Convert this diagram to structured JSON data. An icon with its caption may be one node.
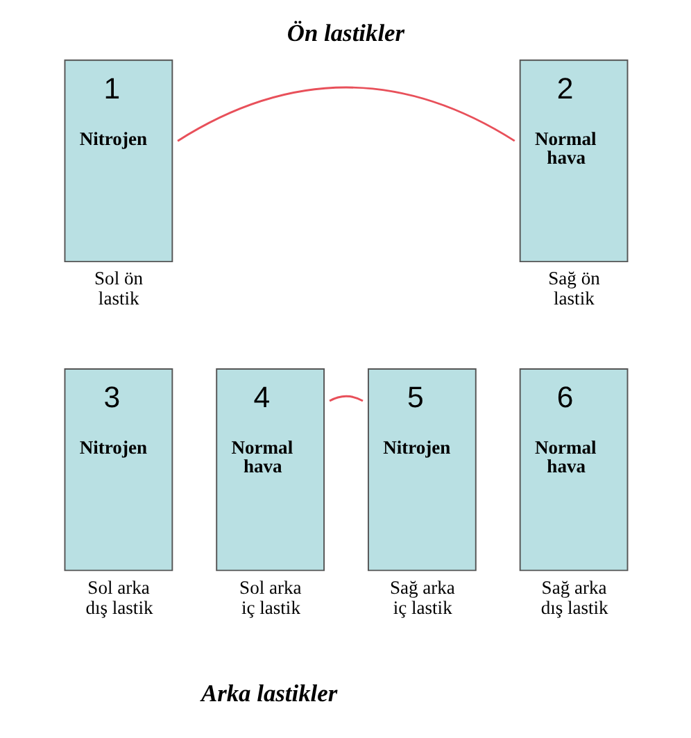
{
  "diagram": {
    "title": "Ön lastikler",
    "caption": "Arka lastikler",
    "nodes": [
      {
        "text": [
          "1",
          "Nitrojen"
        ],
        "beside": [
          "Sol ön lastik"
        ]
      },
      {
        "text": [
          "2",
          "Normal hava"
        ],
        "beside": [
          "Sağ ön lastik"
        ]
      },
      {
        "text": [
          "3",
          "Nitrojen"
        ],
        "beside": [
          "Sol arka dış lastik"
        ]
      },
      {
        "text": [
          "4",
          "Normal hava"
        ],
        "beside": [
          "Sol arka iç lastik"
        ]
      },
      {
        "text": [
          "5",
          "Nitrojen"
        ],
        "beside": [
          "Sağ arka iç lastik"
        ]
      },
      {
        "text": [
          "6",
          "Normal hava"
        ],
        "beside": [
          "Sağ arka dış lastik"
        ]
      }
    ],
    "edges": [
      {
        "from": 0,
        "to": 1,
        "arrow": "none",
        "color": "#e8505a"
      },
      {
        "from": 3,
        "to": 4,
        "arrow": "none",
        "color": "#e8505a"
      }
    ]
  }
}
